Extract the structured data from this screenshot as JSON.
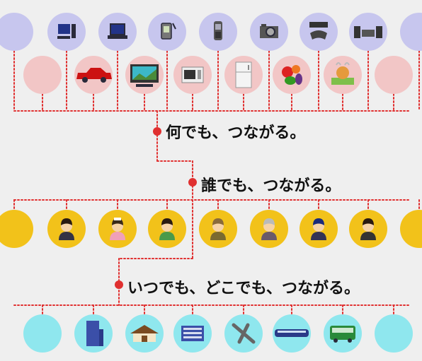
{
  "captions": {
    "things": "何でも、つながる。",
    "people": "誰でも、つながる。",
    "anytime": "いつでも、どこでも、つながる。"
  },
  "colors": {
    "background": "#efefef",
    "connector": "#e03030",
    "devices_circle": "#c7c6ee",
    "appliances_circle": "#f2c6c6",
    "people_circle": "#f2c21a",
    "places_circle": "#8fe7ee"
  },
  "rows": {
    "devices": [
      "partial-circle",
      "desktop-computer-icon",
      "laptop-icon",
      "pda-icon",
      "mobile-phone-icon",
      "camera-icon",
      "game-console-icon",
      "audio-system-icon",
      "partial-circle"
    ],
    "appliances": [
      "empty-circle",
      "car-icon",
      "television-icon",
      "microwave-icon",
      "refrigerator-icon",
      "vegetables-icon",
      "pet-icon",
      "empty-circle"
    ],
    "people": [
      "partial-circle",
      "man-icon",
      "nurse-icon",
      "woman-icon",
      "elder-man-icon",
      "elder-woman-icon",
      "boy-icon",
      "girl-icon",
      "partial-circle"
    ],
    "places": [
      "empty-circle",
      "office-building-icon",
      "house-icon",
      "store-icon",
      "airplane-icon",
      "train-icon",
      "bus-icon",
      "empty-circle"
    ]
  }
}
